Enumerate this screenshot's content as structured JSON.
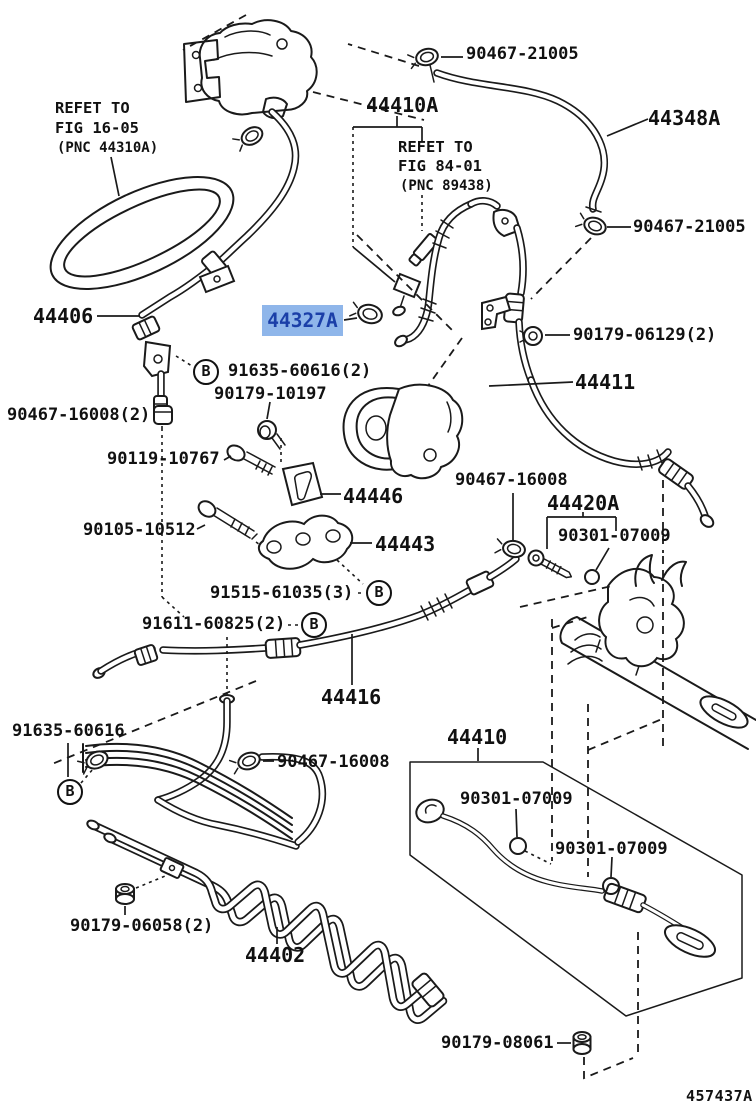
{
  "figure": {
    "code": "457437A",
    "highlighted_part": "44327A"
  },
  "colors": {
    "line": "#1a1a1a",
    "highlight_bg": "#8fb6ea",
    "highlight_text": "#1b3fa8",
    "background": "#ffffff"
  },
  "b_marker": "B",
  "references": {
    "fig1605": {
      "l1": "REFET TO",
      "l2": "FIG 16-05",
      "l3": "(PNC 44310A)"
    },
    "fig8401": {
      "l1": "REFET TO",
      "l2": "FIG 84-01",
      "l3": "(PNC 89438)"
    }
  },
  "labels": {
    "clamp_top": "90467-21005",
    "hose_assy_44410a": "44410A",
    "hose_44348a": "44348A",
    "clamp_right": "90467-21005",
    "tube_44406": "44406",
    "clamp_44327a": "44327A",
    "nut_90179_06129": "90179-06129(2)",
    "bolt_91635_60616_2": "91635-60616(2)",
    "bolt_90179_10197": "90179-10197",
    "hose_44411": "44411",
    "clip_90467_16008_2": "90467-16008(2)",
    "bolt_90119_10767": "90119-10767",
    "strap_44446": "44446",
    "clip_90467_16008_mid": "90467-16008",
    "union_44420a": "44420A",
    "oring_90301_mid": "90301-07009",
    "bolt_90105_10512": "90105-10512",
    "bracket_44443": "44443",
    "bolt_91515_61035": "91515-61035(3)",
    "bolt_91611_60825": "91611-60825(2)",
    "tube_44416": "44416",
    "clamp_91635_60616": "91635-60616",
    "clip_90467_16008_bottom": "90467-16008",
    "nut_90179_06058": "90179-06058(2)",
    "tube_44402": "44402",
    "tube_assy_44410": "44410",
    "oring_90301_box1": "90301-07009",
    "oring_90301_box2": "90301-07009",
    "nut_90179_08061": "90179-08061"
  }
}
